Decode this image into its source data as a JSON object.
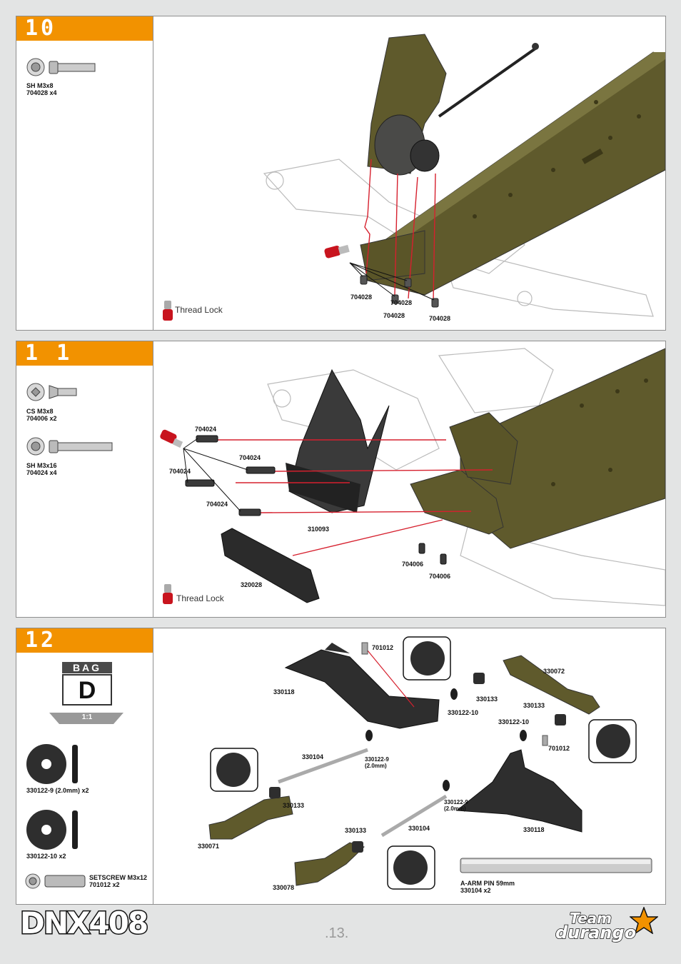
{
  "steps": [
    {
      "number": "10",
      "parts_list": [
        {
          "icon": "screw-sh-icon",
          "label": "SH  M3x8\n704028  x4"
        }
      ],
      "callouts": [
        "704028",
        "704028",
        "704028",
        "704028"
      ],
      "thread_lock": "Thread Lock"
    },
    {
      "number": "1 1",
      "parts_list": [
        {
          "icon": "screw-cs-icon",
          "label": "CS  M3x8\n704006  x2"
        },
        {
          "icon": "screw-sh-icon",
          "label": "SH  M3x16\n704024  x4"
        }
      ],
      "callouts": [
        "704024",
        "704024",
        "704024",
        "704024",
        "310093",
        "320028",
        "704006",
        "704006"
      ],
      "thread_lock": "Thread Lock"
    },
    {
      "number": "12",
      "bag": {
        "label": "BAG",
        "letter": "D",
        "scale": "1:1"
      },
      "parts_list": [
        {
          "icon": "washer-icon",
          "label": "330122-9  (2.0mm)  x2"
        },
        {
          "icon": "washer-icon",
          "label": "330122-10  x2"
        },
        {
          "icon": "setscrew-icon",
          "label": "SETSCREW M3x12\n701012  x2"
        }
      ],
      "callouts": [
        "701012",
        "330118",
        "330072",
        "330133",
        "330122-10",
        "330133",
        "330122-10",
        "701012",
        "330104",
        "330122-9\n(2.0mm)",
        "330133",
        "330122-9\n(2.0mm)",
        "330133",
        "330104",
        "330118",
        "330071",
        "330078"
      ],
      "pin_label": "A-ARM PIN  59mm\n330104  x2"
    }
  ],
  "footer": {
    "model": "DNX408",
    "page": ".13.",
    "brand_line1": "Team",
    "brand_line2": "durango"
  },
  "colors": {
    "accent": "#f29200",
    "chassis": "#5f5a2c",
    "arrow": "#d6202e"
  }
}
